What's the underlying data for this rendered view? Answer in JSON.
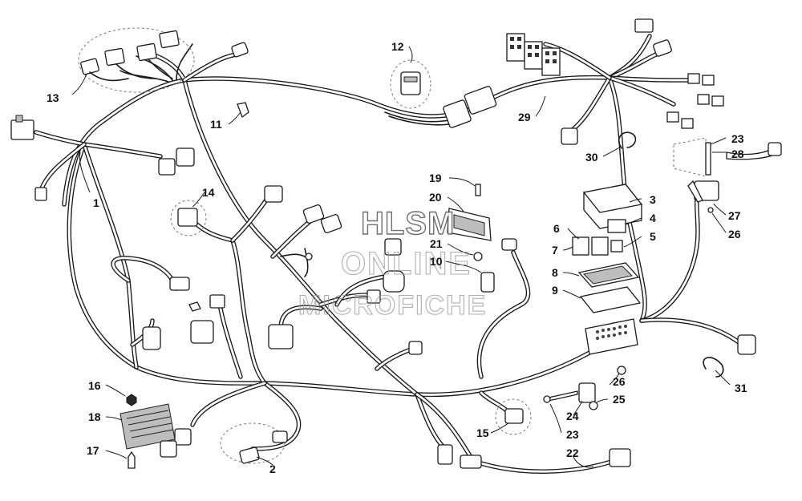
{
  "watermark": {
    "line1": "HLSM",
    "line2": "ONLINE",
    "line3": "MICROFICHE"
  },
  "callouts": [
    "1",
    "2",
    "3",
    "4",
    "5",
    "6",
    "7",
    "8",
    "9",
    "10",
    "11",
    "12",
    "13",
    "14",
    "15",
    "16",
    "17",
    "18",
    "19",
    "20",
    "21",
    "22",
    "23",
    "23",
    "24",
    "25",
    "26",
    "26",
    "27",
    "28",
    "29",
    "30",
    "31"
  ]
}
